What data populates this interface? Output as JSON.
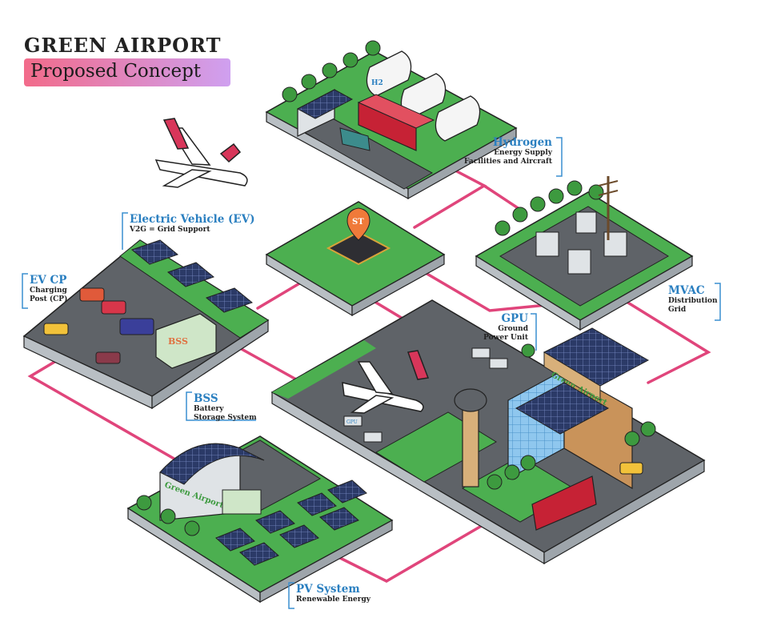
{
  "title": "GREEN AIRPORT",
  "subtitle": "Proposed Concept",
  "colors": {
    "link": "#e0457b",
    "label_heading": "#2a7fc0",
    "grass": "#4caf50",
    "road": "#5f6368",
    "platform_side": "#b9bfc4",
    "bracket": "#3a8fd0"
  },
  "labels": {
    "hydrogen": {
      "title": "Hydrogen",
      "line1": "Energy Supply",
      "line2": "Facilities and Aircraft"
    },
    "ev": {
      "title": "Electric Vehicle (EV)",
      "line1": "V2G = Grid Support"
    },
    "evcp": {
      "title": "EV CP",
      "line1": "Charging",
      "line2": "Post (CP)"
    },
    "mvac": {
      "title": "MVAC",
      "line1": "Distribution",
      "line2": "Grid"
    },
    "gpu": {
      "title": "GPU",
      "line1": "Ground",
      "line2": "Power Unit"
    },
    "bss": {
      "title": "BSS",
      "line1": "Battery",
      "line2": "Storage System"
    },
    "pv": {
      "title": "PV System",
      "line1": "Renewable Energy"
    }
  },
  "in_image_text": {
    "chip": "ST",
    "bss_box": "BSS",
    "hangar_sign": "Green Airport",
    "terminal_sign": "Green Airport",
    "gpu_cart": "GPU",
    "h2": "H2"
  }
}
